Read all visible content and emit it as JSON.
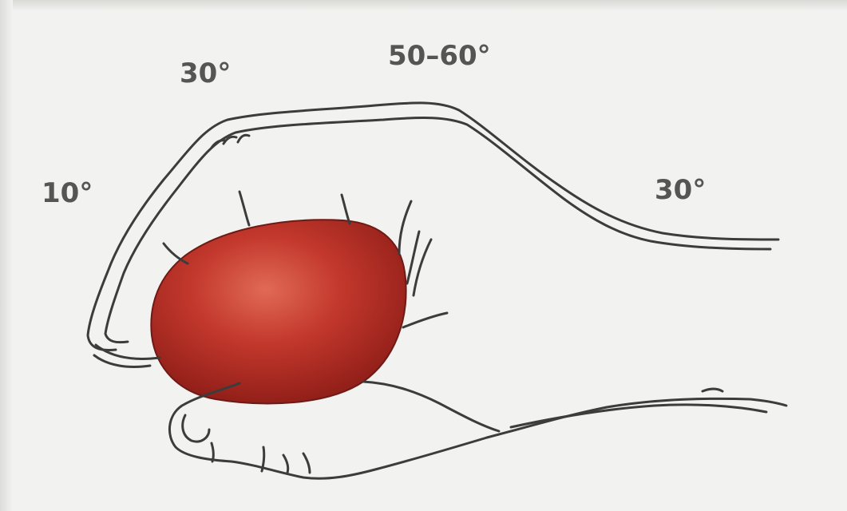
{
  "labels": {
    "dip_angle": "10°",
    "pip_angle": "30°",
    "mcp_angle": "50–60°",
    "wrist_angle": "30°"
  },
  "colors": {
    "ball_base": "#b32a22",
    "ball_highlight": "#e06a55",
    "outline": "#3c3c3c",
    "label_text": "#555555",
    "background": "#f2f2f0"
  },
  "icons": {
    "hand": "hand-outline-icon",
    "ball": "ball-icon"
  }
}
